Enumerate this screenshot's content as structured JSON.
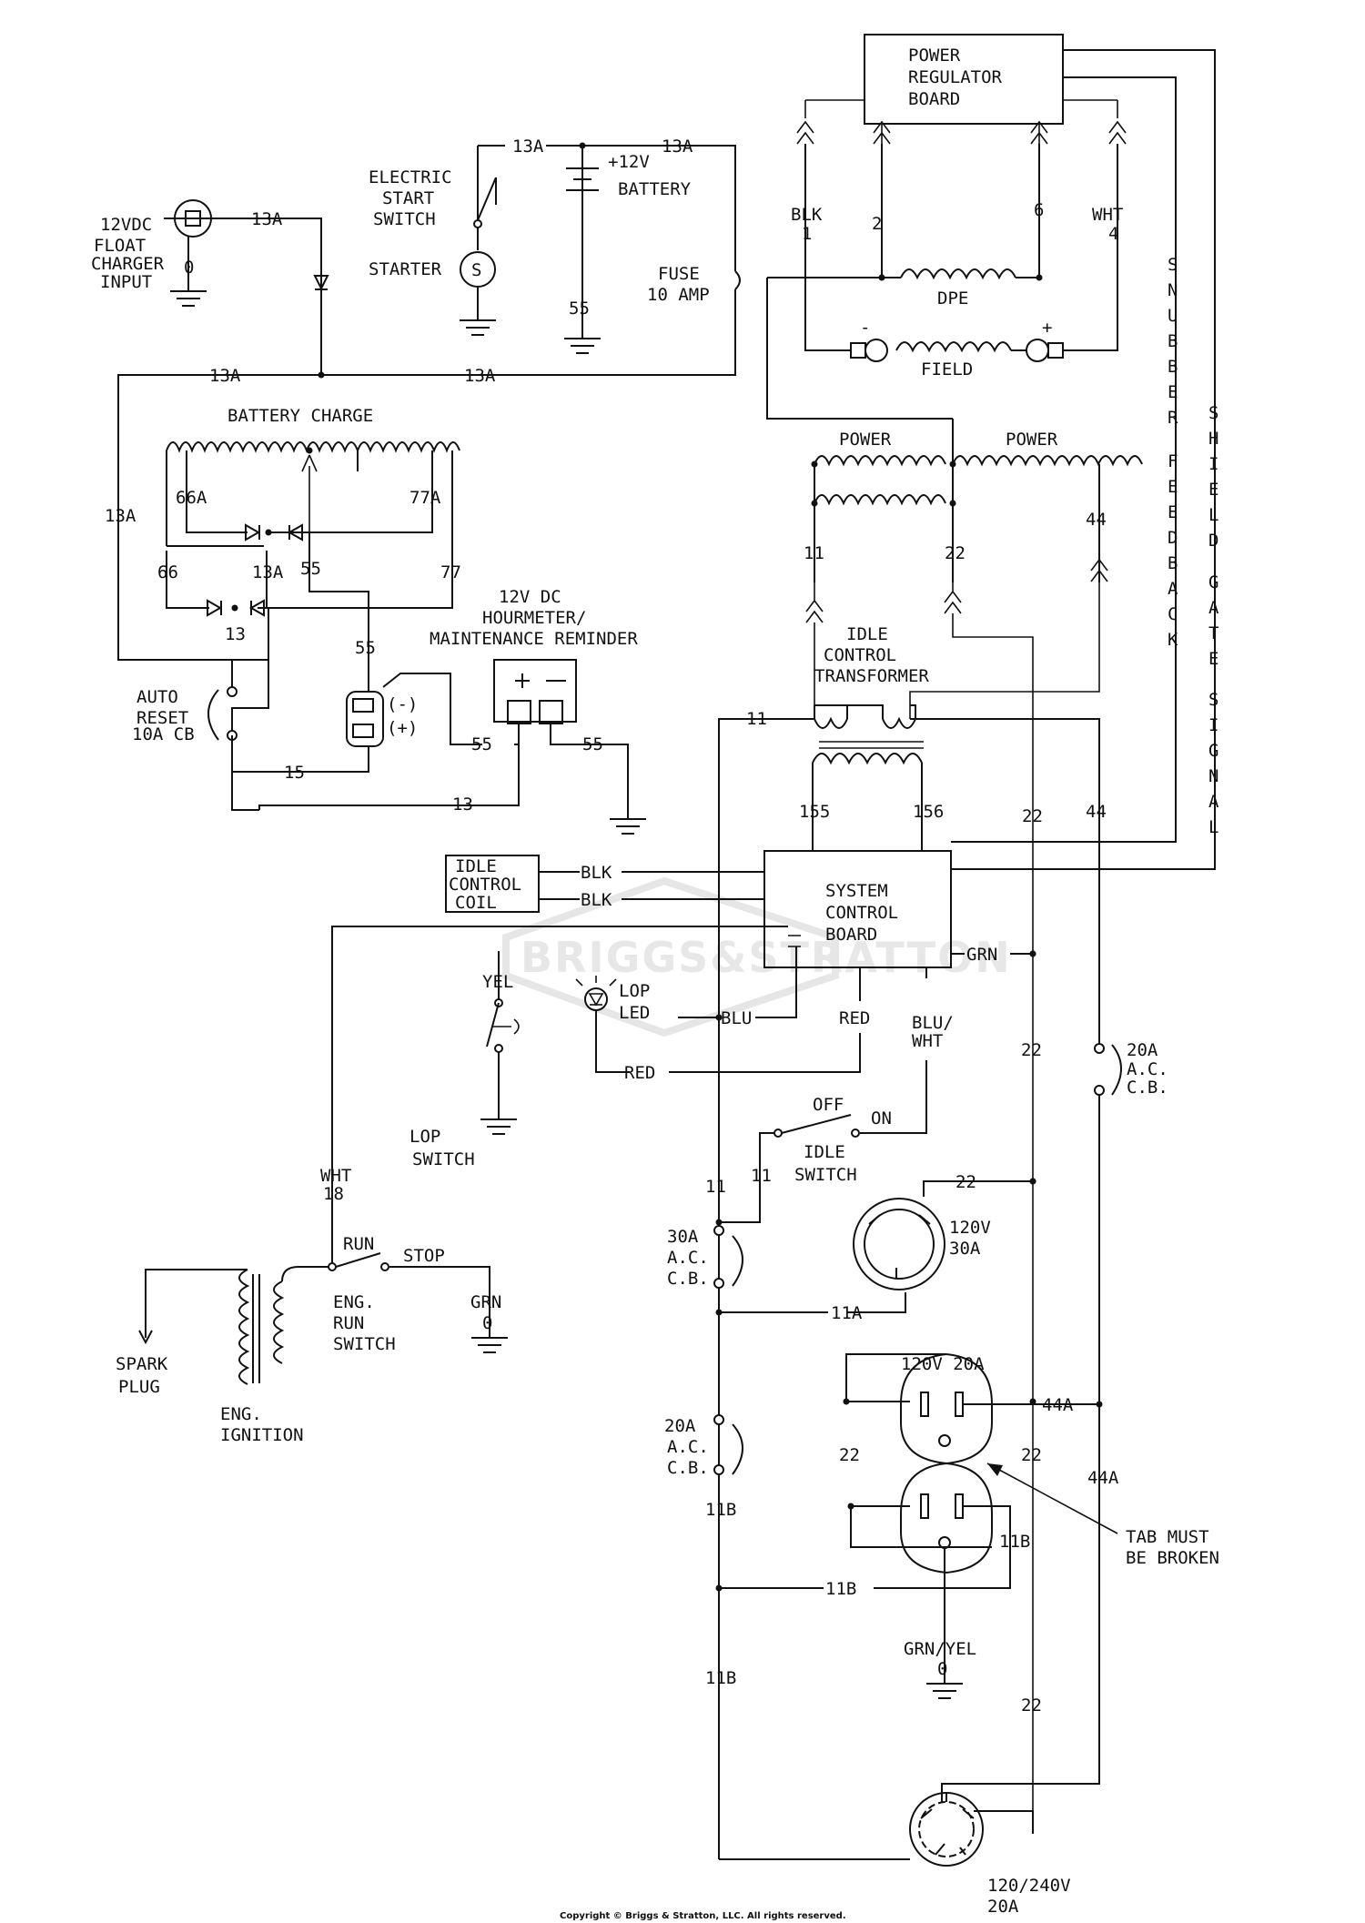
{
  "labels": {
    "power_regulator_board": [
      "POWER",
      "REGULATOR",
      "BOARD"
    ],
    "blk1": [
      "BLK",
      "1"
    ],
    "wht4": [
      "WHT",
      "4"
    ],
    "w2": "2",
    "w6": "6",
    "dpe": "DPE",
    "field": "FIELD",
    "minus": "-",
    "plus": "+",
    "snubber_feedback": "SNUBBER FEEDBACK",
    "shield_gate_signal": "SHIELD GATE SIGNAL",
    "w13a": "13A",
    "battery": [
      "+12V",
      "BATTERY"
    ],
    "fuse": [
      "FUSE",
      "10 AMP"
    ],
    "w55": "55",
    "electric_start_switch": [
      "ELECTRIC",
      "START",
      "SWITCH"
    ],
    "starter": "STARTER",
    "s": "S",
    "float_charger": [
      "12VDC",
      "FLOAT",
      "CHARGER",
      "INPUT"
    ],
    "w0": "0",
    "battery_charge": "BATTERY CHARGE",
    "w66a": "66A",
    "w77a": "77A",
    "w66": "66",
    "w77": "77",
    "w13": "13",
    "w15": "15",
    "auto_reset": [
      "AUTO",
      "RESET",
      "10A CB"
    ],
    "meter_minus": "(-)",
    "meter_plus": "(+)",
    "hourmeter": [
      "12V DC",
      "HOURMETER/",
      "MAINTENANCE REMINDER"
    ],
    "meter_pm": "+ —",
    "power": "POWER",
    "w11": "11",
    "w22": "22",
    "w44": "44",
    "idle_control_transformer": [
      "IDLE",
      "CONTROL",
      "TRANSFORMER"
    ],
    "w155": "155",
    "w156": "156",
    "idle_control_coil": [
      "IDLE",
      "CONTROL",
      "COIL"
    ],
    "blk": "BLK",
    "system_control_board": [
      "SYSTEM",
      "CONTROL",
      "BOARD"
    ],
    "grn": "GRN",
    "yel": "YEL",
    "lop_led": [
      "LOP",
      "LED"
    ],
    "blu": "BLU",
    "red": "RED",
    "blu_wht": [
      "BLU/",
      "WHT"
    ],
    "lop_switch": [
      "LOP",
      "SWITCH"
    ],
    "off": "OFF",
    "on": "ON",
    "idle_switch": [
      "IDLE",
      "SWITCH"
    ],
    "cb20a_right": [
      "20A",
      "A.C.",
      "C.B."
    ],
    "wht18": [
      "WHT",
      "18"
    ],
    "run": "RUN",
    "stop": "STOP",
    "eng_run_switch": [
      "ENG.",
      "RUN",
      "SWITCH"
    ],
    "grn0": [
      "GRN",
      "0"
    ],
    "spark_plug": [
      "SPARK",
      "PLUG"
    ],
    "eng_ignition": [
      "ENG.",
      "IGNITION"
    ],
    "cb30a": [
      "30A",
      "A.C.",
      "C.B."
    ],
    "r120v30a": [
      "120V",
      "30A"
    ],
    "w11a": "11A",
    "r120v20a": "120V 20A",
    "w44a": "44A",
    "cb20a_left": [
      "20A",
      "A.C.",
      "C.B."
    ],
    "w11b": "11B",
    "tab_must_be_broken": [
      "TAB MUST",
      "BE BROKEN"
    ],
    "grn_yel0": [
      "GRN/YEL",
      "0"
    ],
    "r120_240v20a": [
      "120/240V",
      "20A"
    ],
    "watermark": "BRIGGS&STRATTON",
    "copyright": "Copyright © Briggs & Stratton, LLC. All rights reserved."
  }
}
